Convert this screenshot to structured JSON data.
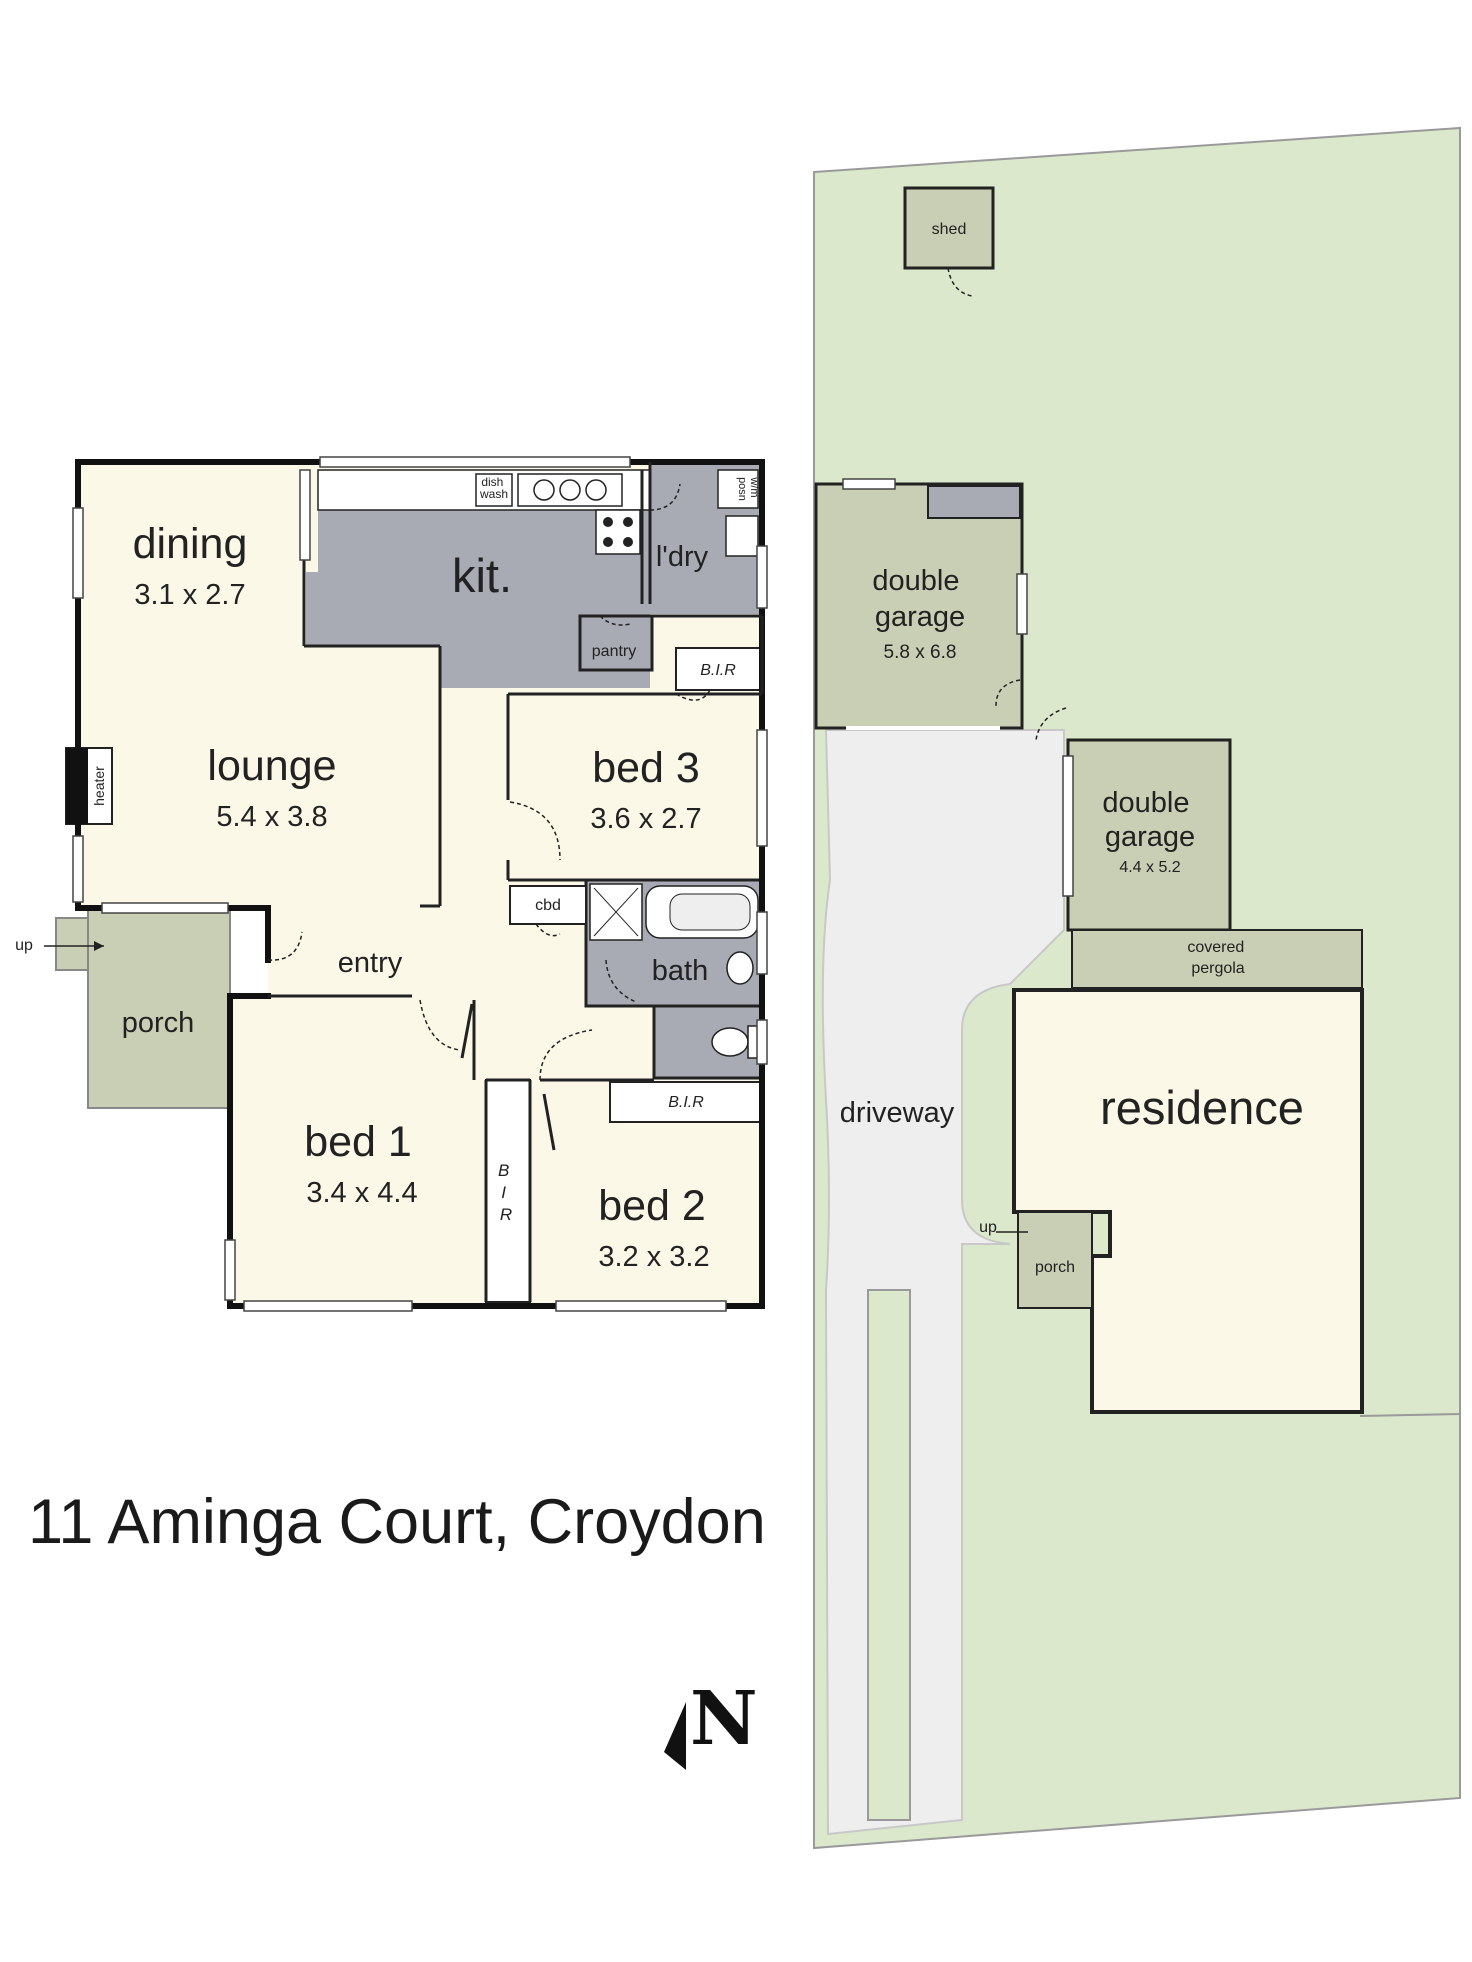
{
  "address": "11 Aminga Court, Croydon",
  "north": "N",
  "colors": {
    "land": "#dbe8cc",
    "living": "#fbf8e8",
    "wet_areas": "#a9abb4",
    "outbuildings": "#c9cfb4",
    "driveway": "#eeeeee",
    "walls": "#111111"
  },
  "house_rooms": {
    "dining": {
      "label": "dining",
      "dims": "3.1 x 2.7"
    },
    "kitchen": {
      "label": "kit."
    },
    "laundry": {
      "label": "l'dry"
    },
    "pantry": {
      "label": "pantry"
    },
    "lounge": {
      "label": "lounge",
      "dims": "5.4 x 3.8"
    },
    "bed3": {
      "label": "bed 3",
      "dims": "3.6 x 2.7"
    },
    "bed3_bir": {
      "label": "B.I.R"
    },
    "cupboard": {
      "label": "cbd"
    },
    "bath": {
      "label": "bath"
    },
    "entry": {
      "label": "entry"
    },
    "porch": {
      "label": "porch"
    },
    "bed1": {
      "label": "bed 1",
      "dims": "3.4 x 4.4"
    },
    "bed1_bir": {
      "label": "B\nI\nR"
    },
    "bed2": {
      "label": "bed 2",
      "dims": "3.2 x 3.2"
    },
    "bed2_bir": {
      "label": "B.I.R"
    },
    "heater": {
      "label": "heater"
    },
    "up": {
      "label": "up"
    },
    "dishwasher": {
      "label": "dish\nwash"
    },
    "washing_machine": {
      "label": "w/m\nposn"
    }
  },
  "site": {
    "shed": {
      "label": "shed"
    },
    "garage1": {
      "label": "double\ngarage",
      "dims": "5.8 x 6.8"
    },
    "garage2": {
      "label": "double\ngarage",
      "dims": "4.4 x 5.2"
    },
    "pergola": {
      "label": "covered\npergola"
    },
    "residence": {
      "label": "residence"
    },
    "porch": {
      "label": "porch"
    },
    "up": {
      "label": "up"
    },
    "driveway": {
      "label": "driveway"
    }
  }
}
